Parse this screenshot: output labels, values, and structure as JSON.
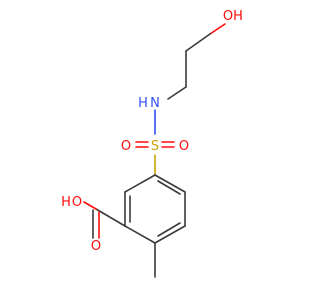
{
  "molecule": {
    "atoms": {
      "hydroxyl_oxygen": "O",
      "hydroxyl_hydrogen": "H",
      "amine_nitrogen": "N",
      "amine_hydrogen": "H",
      "sulfur": "S",
      "sulfonyl_oxygen_left": "O",
      "sulfonyl_oxygen_right": "O",
      "acid_hydroxyl_hydrogen": "H",
      "acid_hydroxyl_oxygen": "O",
      "acid_carbonyl_oxygen": "O"
    },
    "colors": {
      "carbon_bond": "#3a3a3a",
      "oxygen": "#ff0d0d",
      "nitrogen": "#3050f8",
      "sulfur": "#c8a400"
    }
  }
}
